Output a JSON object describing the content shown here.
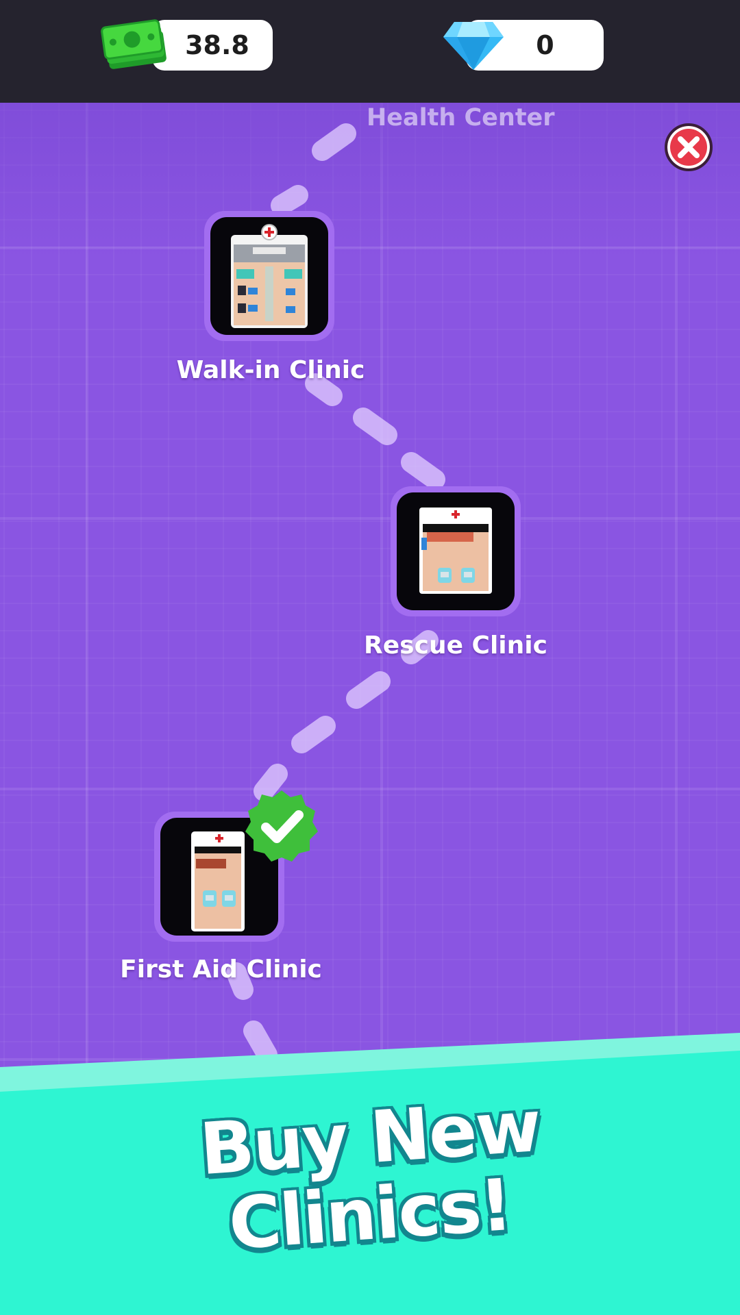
{
  "currency": {
    "cash_icon": "cash-stack-icon",
    "cash_amount": "38.8",
    "gem_icon": "diamond-icon",
    "gem_amount": "0"
  },
  "close_icon": "close-icon",
  "clinics": [
    {
      "name": "Health Center",
      "state": "upcoming"
    },
    {
      "name": "Walk-in Clinic",
      "state": "locked"
    },
    {
      "name": "Rescue Clinic",
      "state": "locked"
    },
    {
      "name": "First Aid Clinic",
      "state": "owned"
    }
  ],
  "banner": {
    "line1": "Buy New",
    "line2": "Clinics!"
  },
  "colors": {
    "topbar": "#25232e",
    "map_background": "#8a55e2",
    "node_frame": "#a26df0",
    "banner": "#2ef5d2",
    "banner_outline": "#12868e",
    "cash_green": "#3ccf3a",
    "gem_blue": "#35b9f5",
    "check_green": "#3fbf3b",
    "close_red": "#e8394a"
  }
}
